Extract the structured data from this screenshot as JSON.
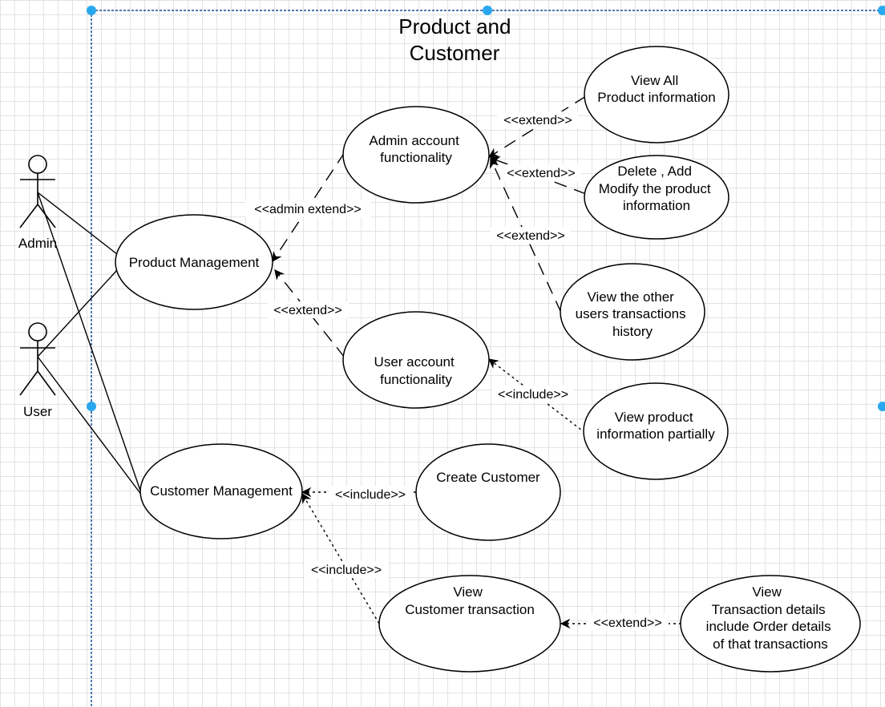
{
  "system": {
    "title": [
      "Product and",
      "Customer"
    ]
  },
  "actors": {
    "admin": "Admin",
    "user": "User"
  },
  "use_cases": {
    "product_management": [
      "Product Management"
    ],
    "customer_management": [
      "Customer Management"
    ],
    "admin_account": [
      "Admin account",
      "functionality"
    ],
    "user_account": [
      "User account",
      "functionality"
    ],
    "view_all": [
      "View All",
      "Product information"
    ],
    "delete_add": [
      "Delete , Add",
      "Modify the product",
      "information"
    ],
    "view_other": [
      "View the other",
      "users transactions",
      "history"
    ],
    "view_partial": [
      "View product",
      "information partially"
    ],
    "create_customer": [
      "Create Customer"
    ],
    "view_customer_tx": [
      "View",
      "Customer transaction"
    ],
    "view_tx_details": [
      "View",
      "Transaction details",
      "include Order details",
      "of that transactions"
    ]
  },
  "relations": {
    "admin_extend": "<<admin extend>>",
    "extend_user_account": "<<extend>>",
    "extend_view_all": "<<extend>>",
    "extend_delete": "<<extend>>",
    "extend_view_other": "<<extend>>",
    "include_view_partial": "<<include>>",
    "include_create_customer": "<<include>>",
    "include_view_customer_tx": "<<include>>",
    "extend_tx_details": "<<extend>>"
  },
  "colors": {
    "boundary": "#1a4a9a",
    "handle": "#29a8f0",
    "grid": "#e3e3e3"
  }
}
